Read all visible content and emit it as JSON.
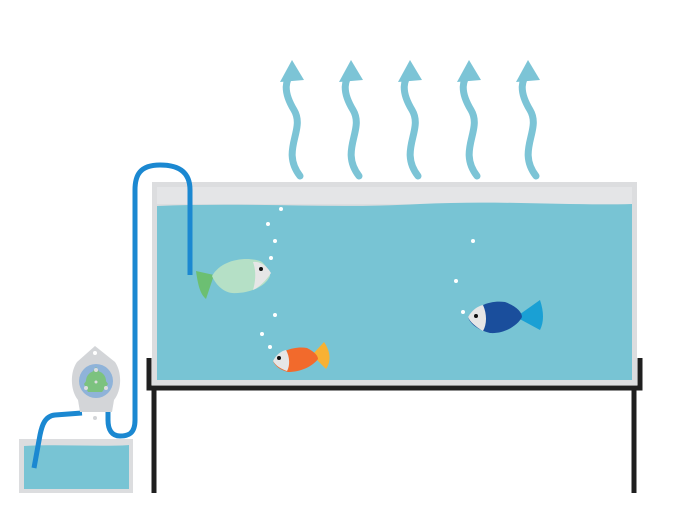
{
  "colors": {
    "water": "#78c4d4",
    "tank_frame": "#dcdddf",
    "stand": "#1f1f1f",
    "tube": "#1b88d1",
    "steam_arrows": "#7cc4d6",
    "pump_body": "#d3d5d8",
    "pump_ring": "#8fb3d9",
    "pump_rotor": "#7cc27f",
    "fish_green_body": "#b5e0c6",
    "fish_green_tail": "#6cbf72",
    "fish_blue_body": "#1a4e9c",
    "fish_blue_tail": "#1aa0d4",
    "fish_orange_body": "#f26a2c",
    "fish_orange_tail": "#f8b133",
    "fish_face": "#e6e6e6"
  },
  "icons": [
    "steam-arrow",
    "aquarium-tank",
    "peristaltic-pump",
    "reservoir",
    "fish"
  ]
}
